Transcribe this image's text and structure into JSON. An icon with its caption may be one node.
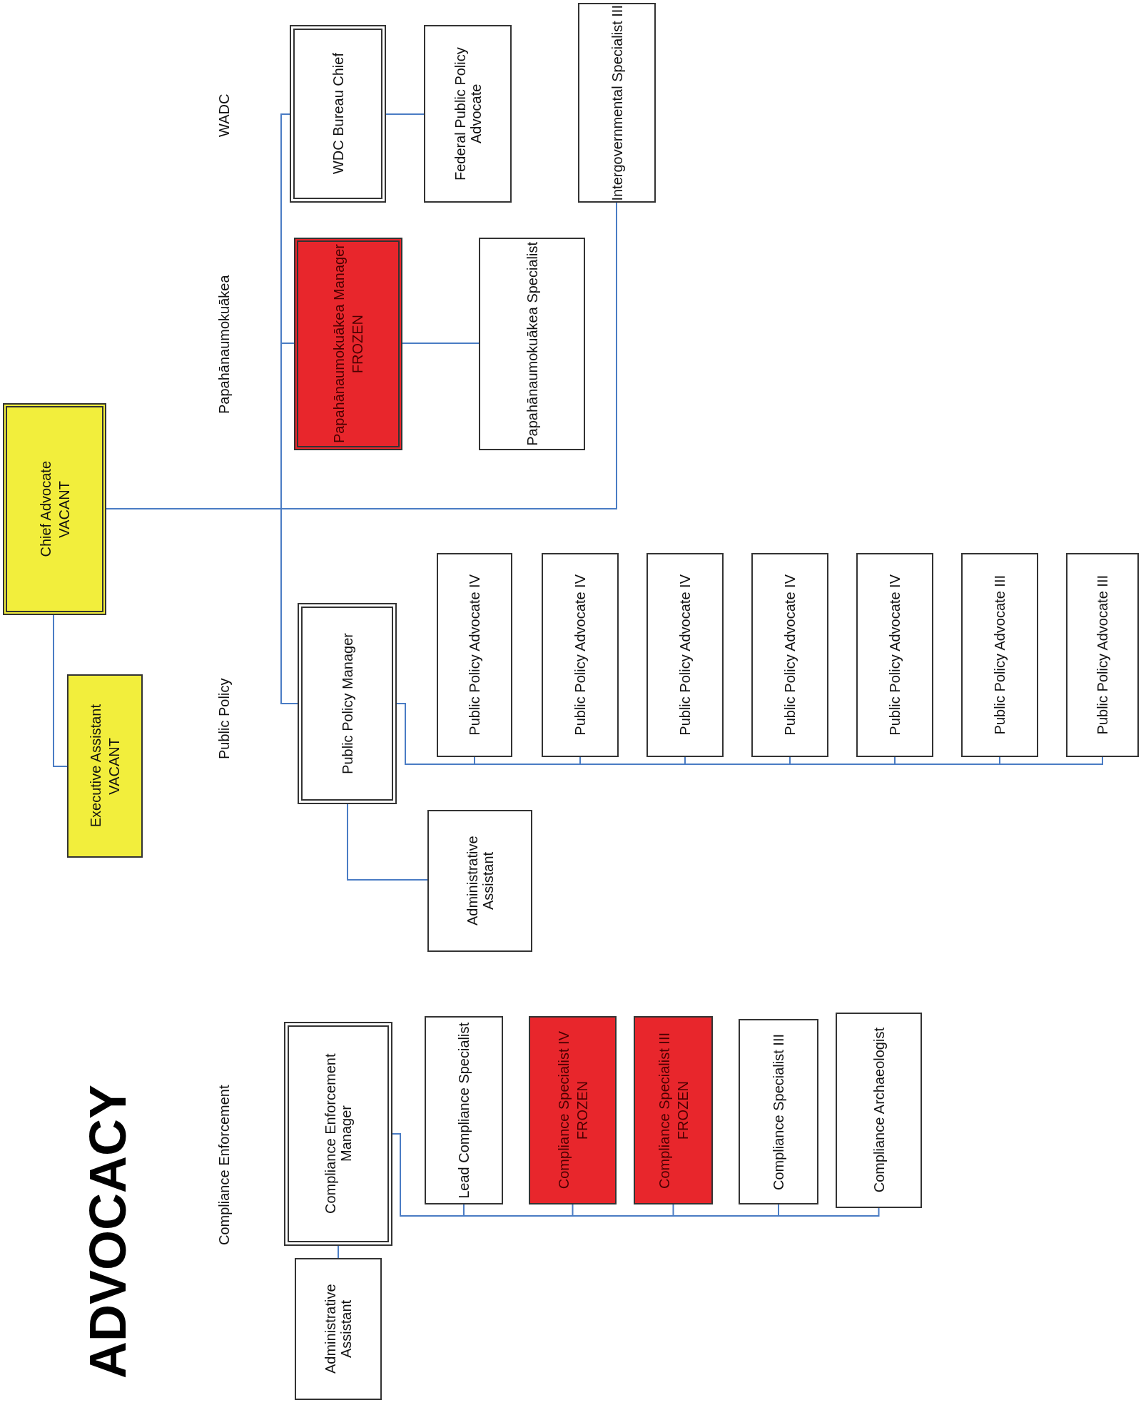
{
  "diagram": {
    "title": "ADVOCACY",
    "nodes": [
      {
        "text": [
          "Chief Advocate",
          "VACANT"
        ]
      },
      {
        "text": [
          "Executive Assistant",
          "VACANT"
        ]
      },
      {
        "text": [
          "WDC Bureau Chief"
        ]
      },
      {
        "text": [
          "Federal Public Policy Advocate"
        ]
      },
      {
        "text": [
          "Intergovernmental Specialist III"
        ]
      },
      {
        "text": [
          "Papahānaumokuākea Manager",
          "FROZEN"
        ]
      },
      {
        "text": [
          "Papahānaumokuākea Specialist"
        ]
      },
      {
        "text": [
          "Public Policy Manager"
        ]
      },
      {
        "text": [
          "Administrative Assistant"
        ]
      },
      {
        "text": [
          "Public Policy Advocate IV"
        ]
      },
      {
        "text": [
          "Public Policy Advocate IV"
        ]
      },
      {
        "text": [
          "Public Policy Advocate IV"
        ]
      },
      {
        "text": [
          "Public Policy Advocate IV"
        ]
      },
      {
        "text": [
          "Public Policy Advocate IV"
        ]
      },
      {
        "text": [
          "Public Policy Advocate III"
        ]
      },
      {
        "text": [
          "Public Policy Advocate III"
        ]
      },
      {
        "text": [
          "Compliance Enforcement Manager"
        ]
      },
      {
        "text": [
          "Administrative Assistant"
        ]
      },
      {
        "text": [
          "Lead Compliance Specialist"
        ]
      },
      {
        "text": [
          "Compliance Specialist IV",
          "FROZEN"
        ]
      },
      {
        "text": [
          "Compliance Specialist III",
          "FROZEN"
        ]
      },
      {
        "text": [
          "Compliance Specialist III"
        ]
      },
      {
        "text": [
          "Compliance Archaeologist"
        ]
      }
    ],
    "edges": [
      {
        "from": 0,
        "to": 1,
        "arrow": "none"
      },
      {
        "from": 0,
        "to": 2,
        "arrow": "none"
      },
      {
        "from": 0,
        "to": 5,
        "arrow": "none"
      },
      {
        "from": 0,
        "to": 7,
        "arrow": "none"
      },
      {
        "from": 0,
        "to": 4,
        "arrow": "none"
      },
      {
        "from": 2,
        "to": 3,
        "arrow": "none"
      },
      {
        "from": 5,
        "to": 6,
        "arrow": "none"
      },
      {
        "from": 7,
        "to": 8,
        "arrow": "none"
      },
      {
        "from": 7,
        "to": 9,
        "arrow": "none"
      },
      {
        "from": 7,
        "to": 10,
        "arrow": "none"
      },
      {
        "from": 7,
        "to": 11,
        "arrow": "none"
      },
      {
        "from": 7,
        "to": 12,
        "arrow": "none"
      },
      {
        "from": 7,
        "to": 13,
        "arrow": "none"
      },
      {
        "from": 7,
        "to": 14,
        "arrow": "none"
      },
      {
        "from": 7,
        "to": 15,
        "arrow": "none"
      },
      {
        "from": 16,
        "to": 17,
        "arrow": "none"
      },
      {
        "from": 16,
        "to": 18,
        "arrow": "none"
      },
      {
        "from": 16,
        "to": 19,
        "arrow": "none"
      },
      {
        "from": 16,
        "to": 20,
        "arrow": "none"
      },
      {
        "from": 16,
        "to": 21,
        "arrow": "none"
      },
      {
        "from": 16,
        "to": 22,
        "arrow": "none"
      }
    ],
    "labels": [
      "WADC",
      "Papahānaumokuākea",
      "Public Policy",
      "Compliance Enforcement"
    ]
  }
}
